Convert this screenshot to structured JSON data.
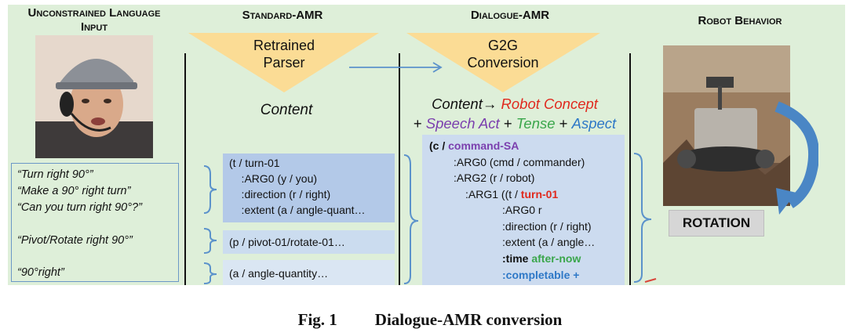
{
  "headers": {
    "input": [
      "Unconstrained Language",
      "Input"
    ],
    "standard": "Standard-AMR",
    "dialogue": "Dialogue-AMR",
    "behavior": "Robot Behavior"
  },
  "triangles": {
    "left": [
      "Retrained",
      "Parser"
    ],
    "right": [
      "G2G",
      "Conversion"
    ]
  },
  "content_left": "Content",
  "content_right": {
    "line1_a": "Content",
    "line1_arrow": "→ ",
    "line1_b": "Robot Concept",
    "line2_plus1": "+ ",
    "line2_a": "Speech Act",
    "line2_plus2": " + ",
    "line2_b": "Tense",
    "line2_plus3": " + ",
    "line2_c": "Aspect"
  },
  "utterances": [
    "“Turn right 90°”",
    "“Make a 90° right turn”",
    "“Can you turn right 90°?”",
    "“Pivot/Rotate right 90°”",
    "“90°right”"
  ],
  "standard_amr": {
    "box1": [
      "(t / turn-01",
      "    :ARG0 (y / you)",
      "    :direction (r / right)",
      "    :extent (a / angle-quant…"
    ],
    "box2": "(p / pivot-01/rotate-01…",
    "box3": "(a / angle-quantity…"
  },
  "dialogue_amr": {
    "l1_a": "(c / ",
    "l1_b": "command-SA",
    "l2": ":ARG0 (cmd / commander)",
    "l3": ":ARG2 (r / robot)",
    "l4_a": ":ARG1 ((t / ",
    "l4_b": "turn-01",
    "l5": ":ARG0 r",
    "l6": ":direction (r / right)",
    "l7": ":extent (a / angle…",
    "l8_a": ":time ",
    "l8_b": "after-now",
    "l9": ":completable +"
  },
  "rotation_label": "ROTATION",
  "caption": {
    "num": "Fig. 1",
    "text": "Dialogue-AMR conversion"
  },
  "colors": {
    "panel": "#deefd9",
    "triangle": "#fbdc95",
    "amr_box_dark": "#b3c9e8",
    "amr_box_light": "#cbdcef",
    "amr_box_lighter": "#dae6f3",
    "dialogue_box": "#ccdbef",
    "bracket": "#5b92cb",
    "robot_concept": "#e0291e",
    "speech_act": "#7b3fae",
    "tense": "#3aa64b",
    "aspect": "#2e78c7",
    "rotate_arrow": "#4a86c5"
  }
}
